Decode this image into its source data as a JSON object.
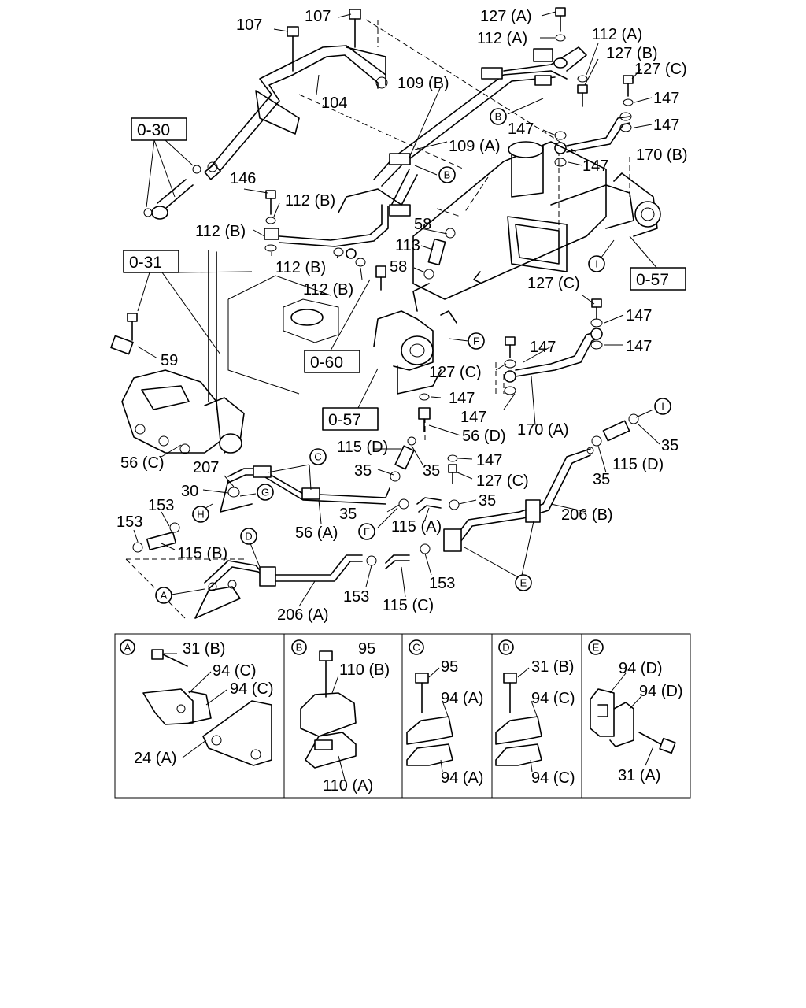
{
  "callouts": {
    "c107a": "107",
    "c107b": "107",
    "c104": "104",
    "c127a_top": "127 (A)",
    "c112a_top": "112 (A)",
    "c112a_right": "112 (A)",
    "c127b": "127 (B)",
    "c127c_top": "127 (C)",
    "c147_r1": "147",
    "c147_r2": "147",
    "c109b": "109 (B)",
    "c109a": "109 (A)",
    "c147_mid": "147",
    "c147_mid2": "147",
    "c170b": "170 (B)",
    "c146": "146",
    "c112b_1": "112 (B)",
    "c112b_2": "112 (B)",
    "c112b_3": "112 (B)",
    "c112b_4": "112 (B)",
    "c58_1": "58",
    "c113": "113",
    "c58_2": "58",
    "c127c_mid": "127 (C)",
    "c147_m3": "147",
    "c147_m4": "147",
    "c147_m5": "147",
    "c59": "59",
    "c127c_low": "127 (C)",
    "c147_low": "147",
    "c147_low2": "147",
    "c170a": "170 (A)",
    "c56d": "56 (D)",
    "c56c": "56 (C)",
    "c115d_l": "115 (D)",
    "c35_a": "35",
    "c35_b": "35",
    "c147_p": "147",
    "c127c_p": "127 (C)",
    "c35_r": "35",
    "c115d_r": "115 (D)",
    "c35_r2": "35",
    "c207": "207",
    "c30": "30",
    "c153_a": "153",
    "c153_b": "153",
    "c115b": "115 (B)",
    "c56a": "56 (A)",
    "c35_c": "35",
    "c35_d": "35",
    "c115a": "115 (A)",
    "c206b": "206 (B)",
    "c153_c": "153",
    "c153_d": "153",
    "c115c": "115 (C)",
    "c206a": "206 (A)"
  },
  "refs": {
    "r030": "0-30",
    "r031": "0-31",
    "r057_r": "0-57",
    "r060": "0-60",
    "r057_l": "0-57"
  },
  "markers": {
    "B1": "B",
    "B2": "B",
    "I1": "I",
    "F1": "F",
    "C1": "C",
    "G1": "G",
    "H1": "H",
    "D1": "D",
    "A1": "A",
    "F2": "F",
    "E1": "E",
    "I2": "I"
  },
  "details": {
    "A": {
      "key": "A",
      "labels": {
        "l31b": "31 (B)",
        "l94c1": "94 (C)",
        "l94c2": "94 (C)",
        "l24a": "24 (A)"
      }
    },
    "B": {
      "key": "B",
      "labels": {
        "l95": "95",
        "l110b": "110 (B)",
        "l110a": "110 (A)"
      }
    },
    "C": {
      "key": "C",
      "labels": {
        "l95": "95",
        "l94a1": "94 (A)",
        "l94a2": "94 (A)"
      }
    },
    "D": {
      "key": "D",
      "labels": {
        "l31b": "31 (B)",
        "l94c1": "94 (C)",
        "l94c2": "94 (C)"
      }
    },
    "E": {
      "key": "E",
      "labels": {
        "l94d1": "94 (D)",
        "l94d2": "94 (D)",
        "l31a": "31 (A)"
      }
    }
  }
}
